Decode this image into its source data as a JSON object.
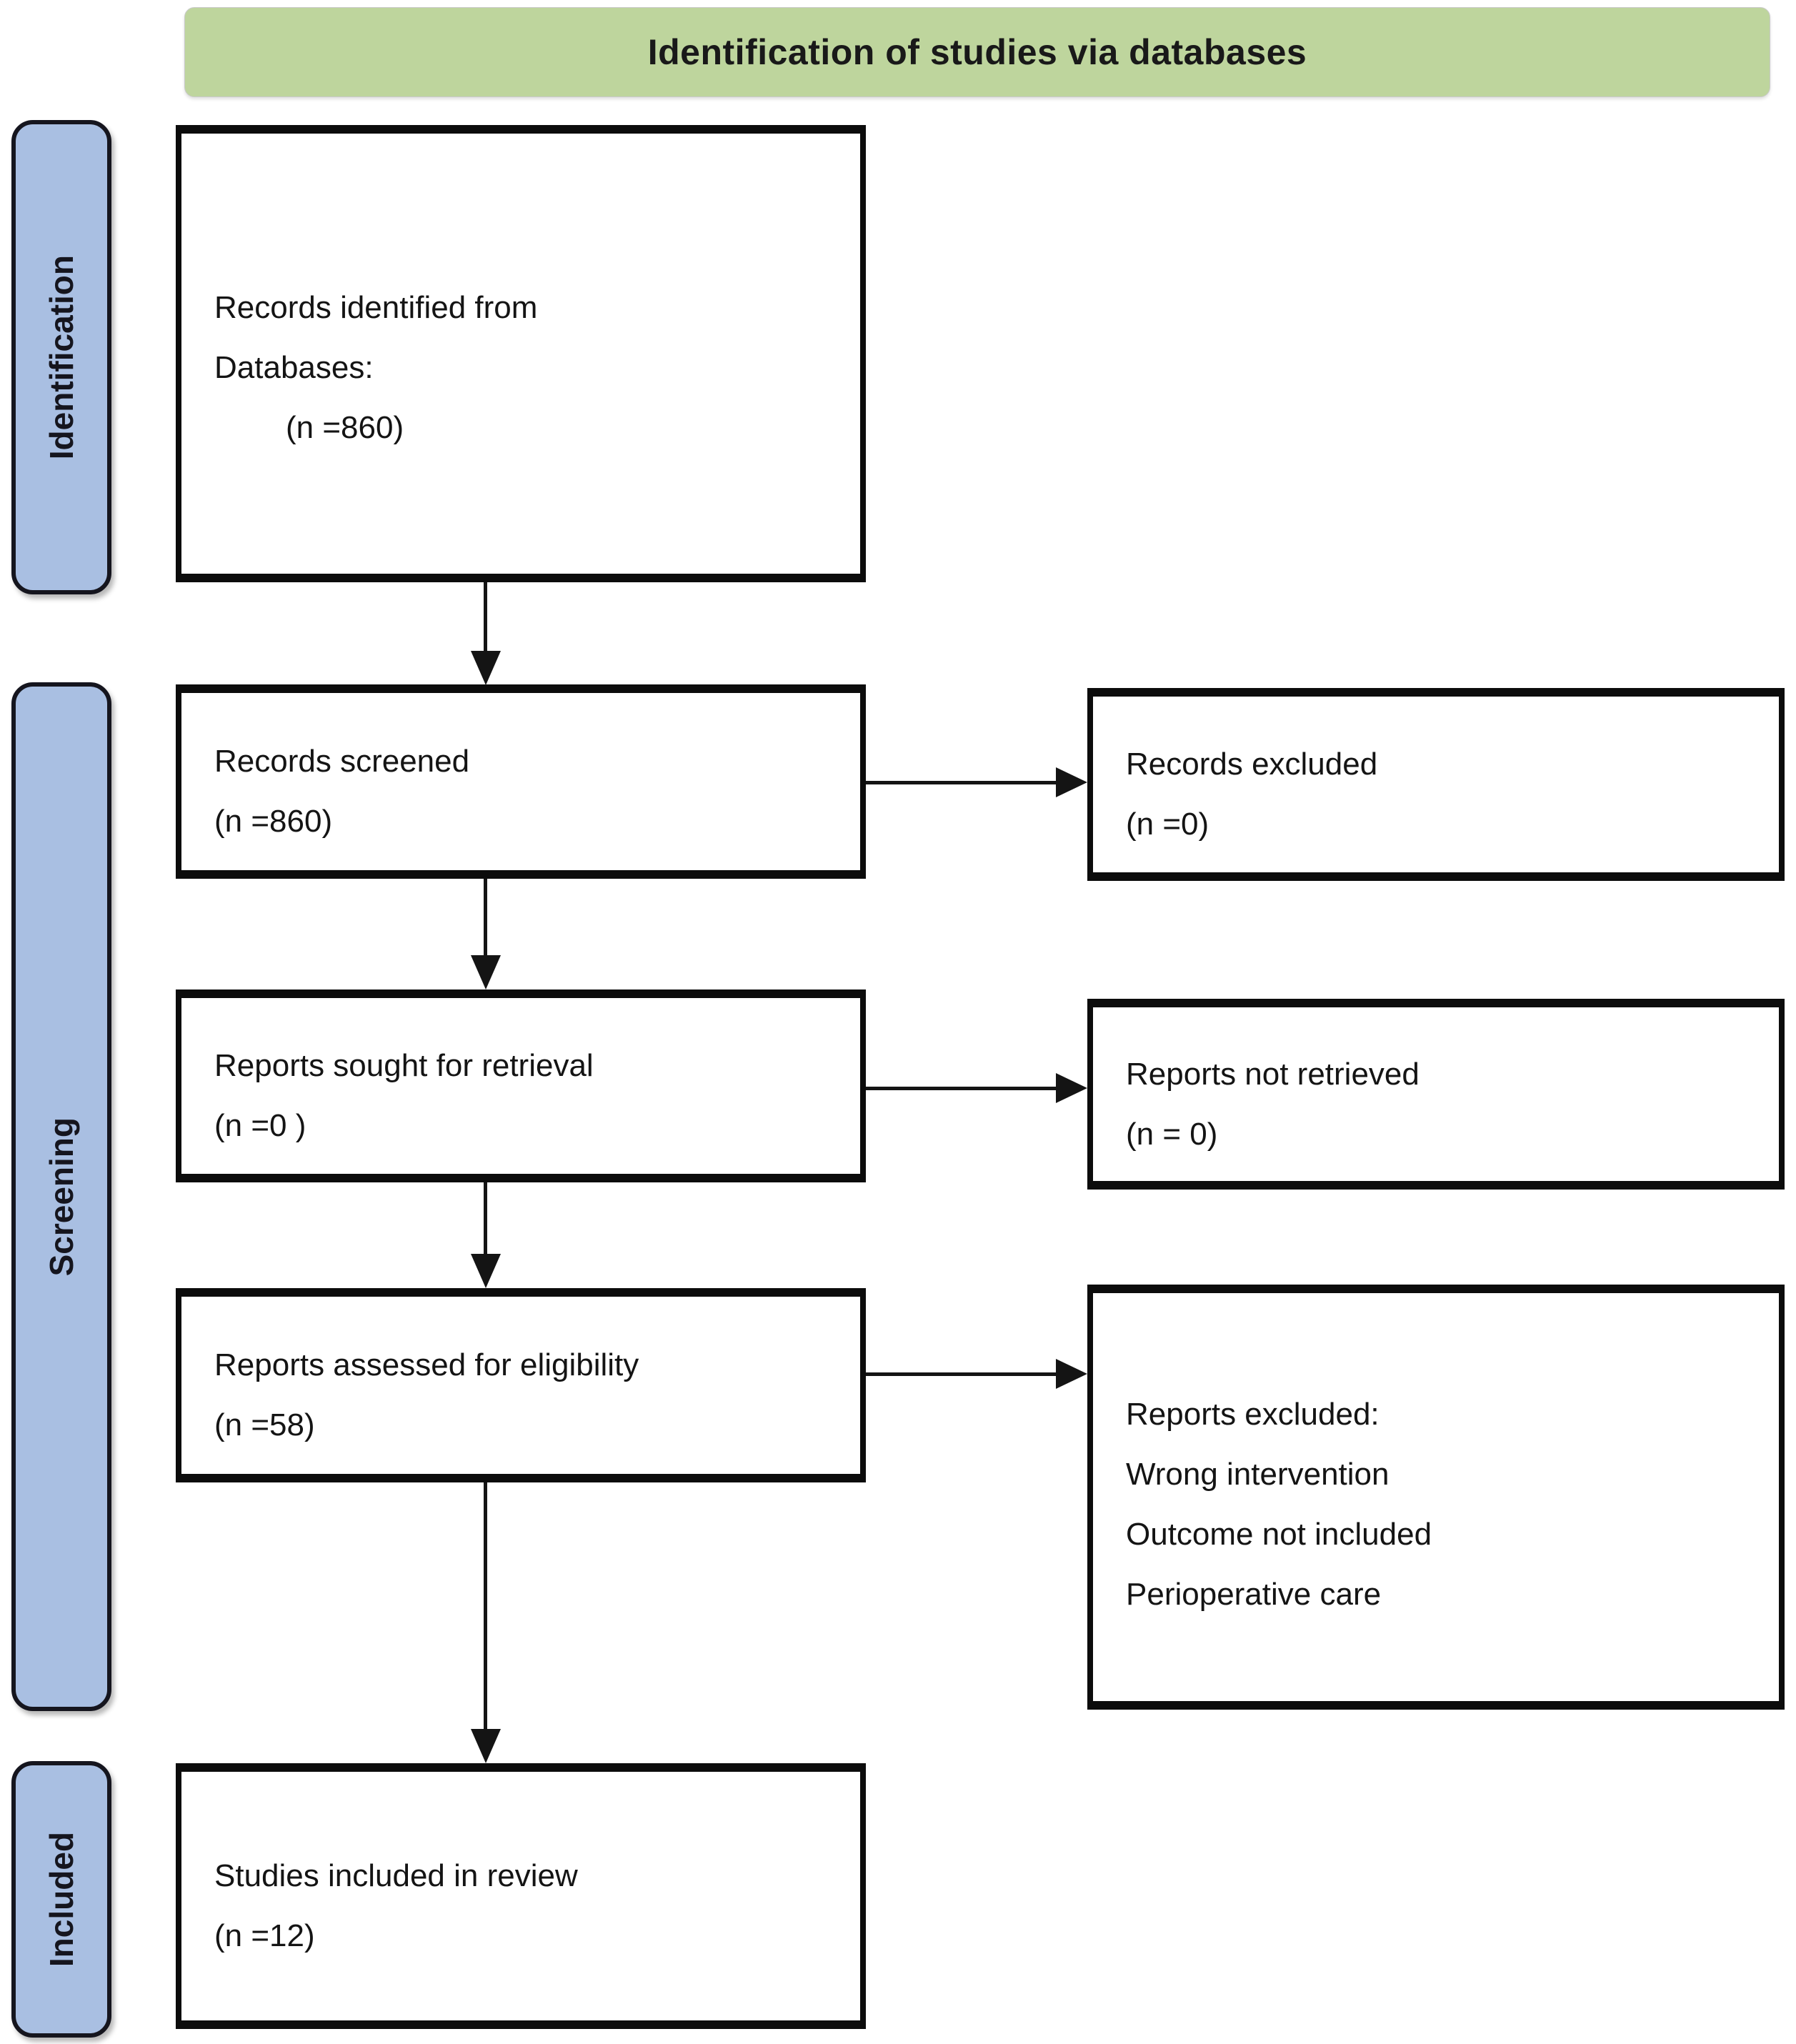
{
  "header": {
    "title": "Identification of studies via databases"
  },
  "sidebar": {
    "items": [
      {
        "id": "identification",
        "label": "Identification"
      },
      {
        "id": "screening",
        "label": "Screening"
      },
      {
        "id": "included",
        "label": "Included"
      }
    ]
  },
  "boxes": {
    "records_identified": {
      "lines": [
        "Records identified from",
        "Databases:",
        "(n =860)"
      ]
    },
    "records_screened": {
      "lines": [
        "Records screened",
        "(n =860)"
      ]
    },
    "records_excluded": {
      "lines": [
        "Records excluded",
        "(n =0)"
      ]
    },
    "reports_sought": {
      "lines": [
        "Reports sought for retrieval",
        "(n =0 )"
      ]
    },
    "reports_not_retrieved": {
      "lines": [
        "Reports not retrieved",
        "(n = 0)"
      ]
    },
    "reports_assessed": {
      "lines": [
        "Reports assessed for eligibility",
        "(n =58)"
      ]
    },
    "reports_excluded": {
      "lines": [
        "Reports excluded:",
        "Wrong intervention",
        "Outcome not included",
        "Perioperative care"
      ]
    },
    "studies_included": {
      "lines": [
        "Studies included in review",
        "(n =12)"
      ]
    }
  },
  "colors": {
    "banner_bg": "#bed59d",
    "phase_bg": "#a9bfe2",
    "phase_border": "#15151e",
    "box_border": "#0c0c0c",
    "arrow": "#141414",
    "text": "#141414"
  }
}
